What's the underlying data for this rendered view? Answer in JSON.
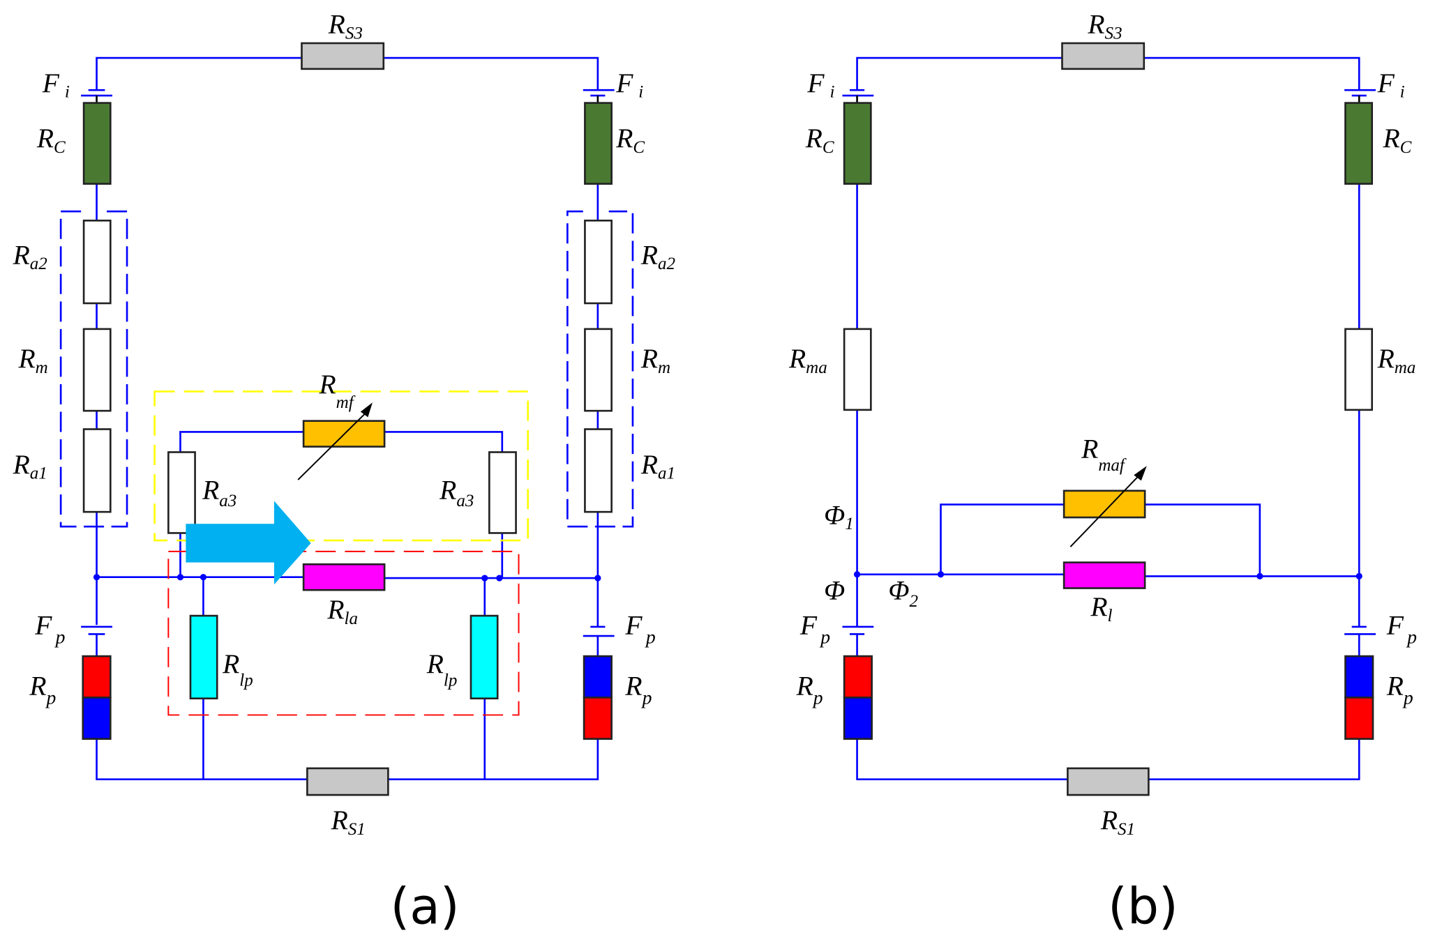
{
  "panels": [
    {
      "caption": "(a)",
      "labels": {
        "rs3": {
          "main": "R",
          "sub": "S3"
        },
        "fi_left": {
          "main": "F",
          "sub": "i"
        },
        "fi_right": {
          "main": "F",
          "sub": "i"
        },
        "rc_left": {
          "main": "R",
          "sub": "C"
        },
        "rc_right": {
          "main": "R",
          "sub": "C"
        },
        "ra2_left": {
          "main": "R",
          "sub": "a2"
        },
        "ra2_right": {
          "main": "R",
          "sub": "a2"
        },
        "rm_left": {
          "main": "R",
          "sub": "m"
        },
        "rm_right": {
          "main": "R",
          "sub": "m"
        },
        "ra1_left": {
          "main": "R",
          "sub": "a1"
        },
        "ra1_right": {
          "main": "R",
          "sub": "a1"
        },
        "rmf": {
          "main": "R",
          "sub": "mf"
        },
        "ra3_left": {
          "main": "R",
          "sub": "a3"
        },
        "ra3_right": {
          "main": "R",
          "sub": "a3"
        },
        "rla": {
          "main": "R",
          "sub": "la"
        },
        "rlp_left": {
          "main": "R",
          "sub": "lp"
        },
        "rlp_right": {
          "main": "R",
          "sub": "lp"
        },
        "fp_left": {
          "main": "F",
          "sub": "p"
        },
        "fp_right": {
          "main": "F",
          "sub": "p"
        },
        "rp_left": {
          "main": "R",
          "sub": "p"
        },
        "rp_right": {
          "main": "R",
          "sub": "p"
        },
        "rs1": {
          "main": "R",
          "sub": "S1"
        }
      }
    },
    {
      "caption": "(b)",
      "labels": {
        "rs3": {
          "main": "R",
          "sub": "S3"
        },
        "fi_left": {
          "main": "F",
          "sub": "i"
        },
        "fi_right": {
          "main": "F",
          "sub": "i"
        },
        "rc_left": {
          "main": "R",
          "sub": "C"
        },
        "rc_right": {
          "main": "R",
          "sub": "C"
        },
        "rma_left": {
          "main": "R",
          "sub": "ma"
        },
        "rma_right": {
          "main": "R",
          "sub": "ma"
        },
        "rmaf": {
          "main": "R",
          "sub": "maf"
        },
        "phi1": {
          "main": "Φ",
          "sub": "1"
        },
        "phi": {
          "main": "Φ",
          "sub": ""
        },
        "phi2": {
          "main": "Φ",
          "sub": "2"
        },
        "rl": {
          "main": "R",
          "sub": "l"
        },
        "fp_left": {
          "main": "F",
          "sub": "p"
        },
        "fp_right": {
          "main": "F",
          "sub": "p"
        },
        "rp_left": {
          "main": "R",
          "sub": "p"
        },
        "rp_right": {
          "main": "R",
          "sub": "p"
        },
        "rs1": {
          "main": "R",
          "sub": "S1"
        }
      }
    }
  ],
  "colors": {
    "wire": "#0000ff",
    "rs": "#c0c0c0",
    "rc": "#4a7a32",
    "rmf": "#ffc000",
    "rla": "#ff00ff",
    "rlp": "#00ffff",
    "magnet_red": "#ff0000",
    "magnet_blue": "#0000ff",
    "arrow": "#00b0f0",
    "yellow_box": "#ffff00",
    "red_box": "#ff0000"
  }
}
